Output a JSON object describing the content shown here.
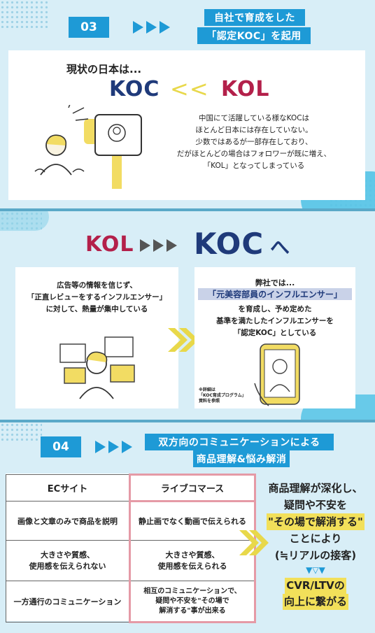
{
  "section1": {
    "number": "03",
    "title_line1": "自社で育成をした",
    "title_line2": "「認定KOC」を起用",
    "heading": "現状の日本は...",
    "logo_left": "KOC",
    "chevrons": "<<",
    "logo_right": "KOL",
    "body_lines": [
      "中国にて活躍している様なKOCは",
      "ほとんど日本には存在していない。",
      "少数ではあるが一部存在しており、",
      "だがほとんどの場合はフォロワーが既に増え、",
      "「KOL」となってしまっている"
    ]
  },
  "section2": {
    "logo_from": "KOL",
    "logo_to": "KOC",
    "to_suffix": "へ",
    "left_lines": [
      "広告等の情報を信じず、",
      "「正直レビューをするインフルエンサー」",
      "に対して、熱量が集中している"
    ],
    "right_lead": "弊社では...",
    "right_highlight": "「元美容部員のインフルエンサー」",
    "right_lines": [
      "を育成し、予め定めた",
      "基準を満たしたインフルエンサーを",
      "「認定KOC」としている"
    ],
    "note_lines": [
      "※詳細は",
      "「KOC育成プログラム」",
      "資料を参照"
    ]
  },
  "section3": {
    "number": "04",
    "title_line1": "双方向のコミュニケーションによる",
    "title_line2": "商品理解&悩み解消",
    "table": {
      "headers": [
        "ECサイト",
        "ライブコマース"
      ],
      "rows": [
        [
          "画像と文章のみで商品を説明",
          "静止画でなく動画で伝えられる"
        ],
        [
          "大きさや質感、\n使用感を伝えられない",
          "大きさや質感、\n使用感を伝えられる"
        ],
        [
          "一方通行のコミュニケーション",
          "相互のコミュニケーションで、\n疑問や不安を\"その場で\n解消する\"事が出来る"
        ]
      ]
    },
    "result_line1": "商品理解が深化し、",
    "result_line2": "疑問や不安を",
    "result_highlight": "\"その場で解消する\"",
    "result_line3": "ことにより",
    "result_line4": "(≒リアルの接客)",
    "arrows": "▼▽▼",
    "cvr_line1": "CVR/LTVの",
    "cvr_line2": "向上に繋がる"
  },
  "colors": {
    "accent_blue": "#1e9ad6",
    "navy": "#1f3a7a",
    "crimson": "#b3204a",
    "highlight_yellow": "#f2e05a",
    "panel_bg": "#d8eef7",
    "live_border": "#e59aa6"
  }
}
